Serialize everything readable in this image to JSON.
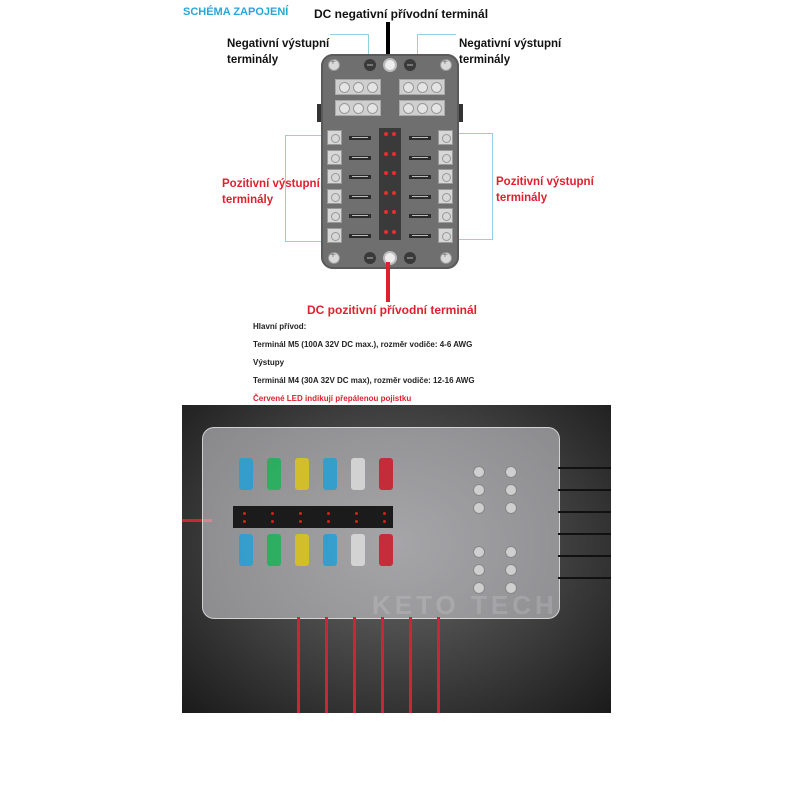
{
  "diagram": {
    "title": "SCHÉMA ZAPOJENÍ",
    "labels": {
      "dc_negative_input": "DC negativní přívodní terminál",
      "negative_outputs_left_line1": "Negativní výstupní",
      "negative_outputs_left_line2": "terminály",
      "negative_outputs_right_line1": "Negativní výstupní",
      "negative_outputs_right_line2": "terminály",
      "positive_outputs_left_line1": "Pozitivní výstupní",
      "positive_outputs_left_line2": "terminály",
      "positive_outputs_right_line1": "Pozitivní výstupní",
      "positive_outputs_right_line2": "terminály",
      "dc_positive_input": "DC pozitivní přívodní terminál"
    },
    "colors": {
      "title": "#2aa6d6",
      "positive_label": "#e0202e",
      "guide_line": "#8fd3e0",
      "negative_wire": "#000000",
      "positive_wire": "#e0202e"
    },
    "fuse_rows": 6,
    "fuse_columns": 2
  },
  "specs": {
    "main_input_heading": "Hlavní přívod:",
    "main_input_detail": "Terminál M5 (100A 32V DC max.), rozměr vodiče: 4-6 AWG",
    "outputs_heading": "Výstupy",
    "outputs_detail": "Terminál M4 (30A 32V DC max), rozměr vodiče: 12-16 AWG",
    "led_note": "Červené LED indikují přepálenou pojistku"
  },
  "photo": {
    "watermark": "KETO TECH",
    "fuse_colors_top": [
      "#2a9fd0",
      "#22b05a",
      "#d8c21e",
      "#2a9fd0",
      "#d8d8d8",
      "#c8202e"
    ],
    "fuse_colors_bottom": [
      "#2a9fd0",
      "#22b05a",
      "#d8c21e",
      "#2a9fd0",
      "#d8d8d8",
      "#c8202e"
    ]
  }
}
